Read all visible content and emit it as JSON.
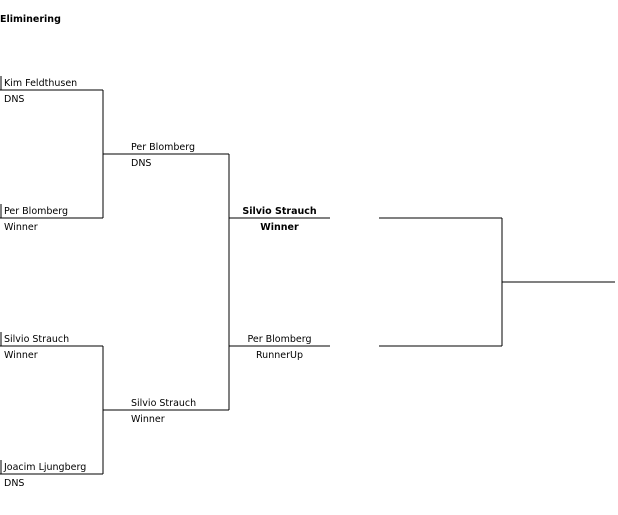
{
  "title": "Eliminering",
  "round1": [
    {
      "name": "Kim Feldthusen",
      "status": "DNS"
    },
    {
      "name": "Per Blomberg",
      "status": "Winner"
    },
    {
      "name": "Silvio Strauch",
      "status": "Winner"
    },
    {
      "name": "Joacim Ljungberg",
      "status": "DNS"
    }
  ],
  "round2": [
    {
      "name": "Per Blomberg",
      "status": "DNS"
    },
    {
      "name": "Silvio Strauch",
      "status": "Winner"
    }
  ],
  "final": [
    {
      "name": "Silvio Strauch",
      "status": "Winner"
    },
    {
      "name": "Per Blomberg",
      "status": "RunnerUp"
    }
  ]
}
